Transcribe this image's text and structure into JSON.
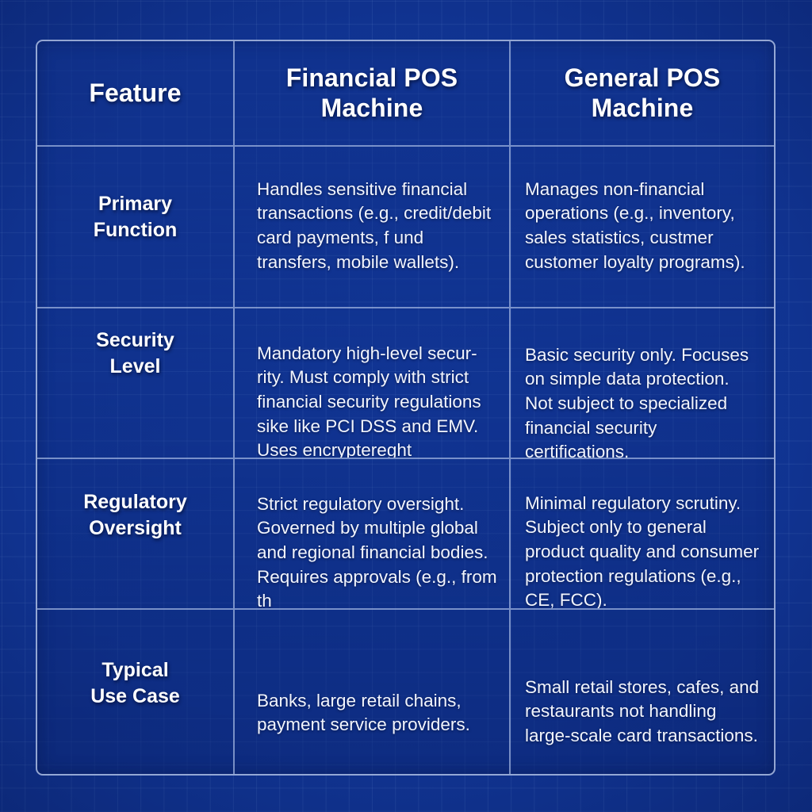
{
  "theme": {
    "background_color": "#12389b",
    "grid_line_color": "#78a0e1",
    "table_border_color": "#b7c7e9",
    "heading_text_color": "#ffffff",
    "body_text_color": "#f2f5fd"
  },
  "table": {
    "columns": [
      {
        "key": "feature",
        "label": "Feature"
      },
      {
        "key": "financial",
        "label": "Financial POS\nMachine",
        "line1": "Financial POS",
        "line2": "Machine"
      },
      {
        "key": "general",
        "label": "General POS\nMachine",
        "line1": "General POS",
        "line2": "Machine"
      }
    ],
    "rows": [
      {
        "feature": "Primary\nFunction",
        "feature_line1": "Primary",
        "feature_line2": "Function",
        "financial": "Handles sensitive financial transactions (e.g., credit/debit card payments, f und transfers, mobile wallets).",
        "general": "Manages non-financial operations (e.g., inventory, sales statistics, custmer customer loyalty programs)."
      },
      {
        "feature": "Security\nLevel",
        "feature_line1": "Security",
        "feature_line2": "Level",
        "financial": "Mandatory high-level secur-rity. Must comply with strict financial security regulations sike like PCI DSS and EMV. Uses encryptereght",
        "general": "Basic security only. Focuses on simple data protection. Not subject to specialized financial security certifications."
      },
      {
        "feature": "Regulatory\nOversight",
        "feature_line1": "Regulatory",
        "feature_line2": "Oversight",
        "financial": "Strict regulatory oversight. Governed by multiple global and regional financial bodies. Requires approvals (e.g., from th",
        "general": "Minimal regulatory scrutiny. Subject only to general product quality and consumer protection regulations (e.g., CE, FCC)."
      },
      {
        "feature": "Typical\nUse Case",
        "feature_line1": "Typical",
        "feature_line2": "Use Case",
        "financial": "Banks, large retail chains, payment service providers.",
        "general": "Small retail stores, cafes, and restaurants not handling large-scale card transactions."
      }
    ]
  }
}
